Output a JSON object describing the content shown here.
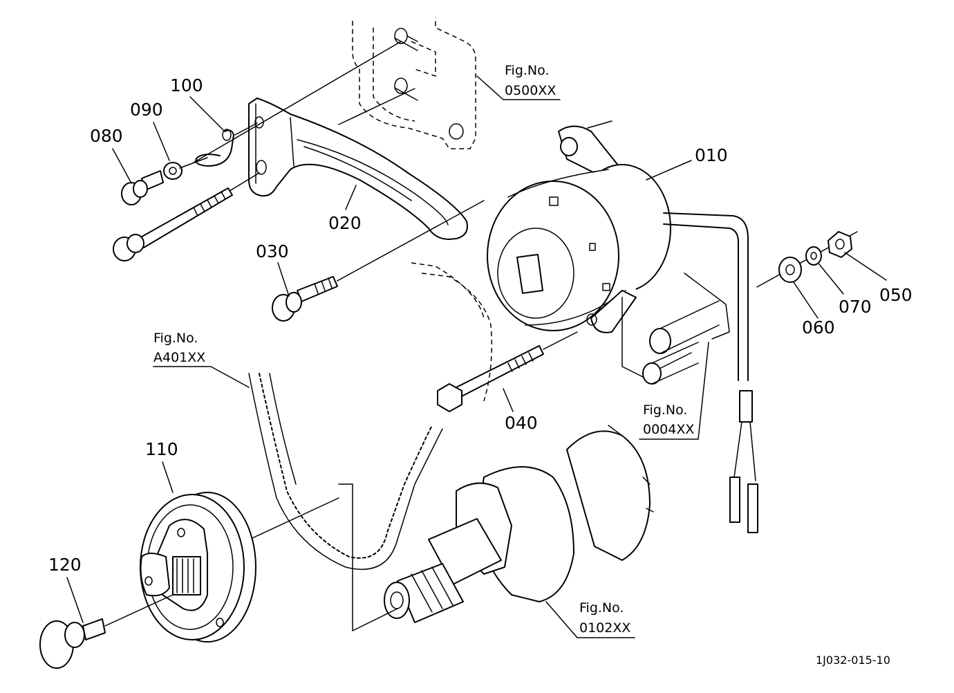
{
  "drawing_code": "1J032-015-10",
  "part_labels": {
    "p010": "010",
    "p020": "020",
    "p030": "030",
    "p040": "040",
    "p050": "050",
    "p060": "060",
    "p070": "070",
    "p080": "080",
    "p090": "090",
    "p100": "100",
    "p110": "110",
    "p120": "120"
  },
  "figure_refs": {
    "f0500": {
      "title": "Fig.No.",
      "number": "0500XX"
    },
    "fA401": {
      "title": "Fig.No.",
      "number": "A401XX"
    },
    "f0004": {
      "title": "Fig.No.",
      "number": "0004XX"
    },
    "f0102": {
      "title": "Fig.No.",
      "number": "0102XX"
    }
  },
  "colors": {
    "line": "#000000",
    "background": "#ffffff"
  }
}
